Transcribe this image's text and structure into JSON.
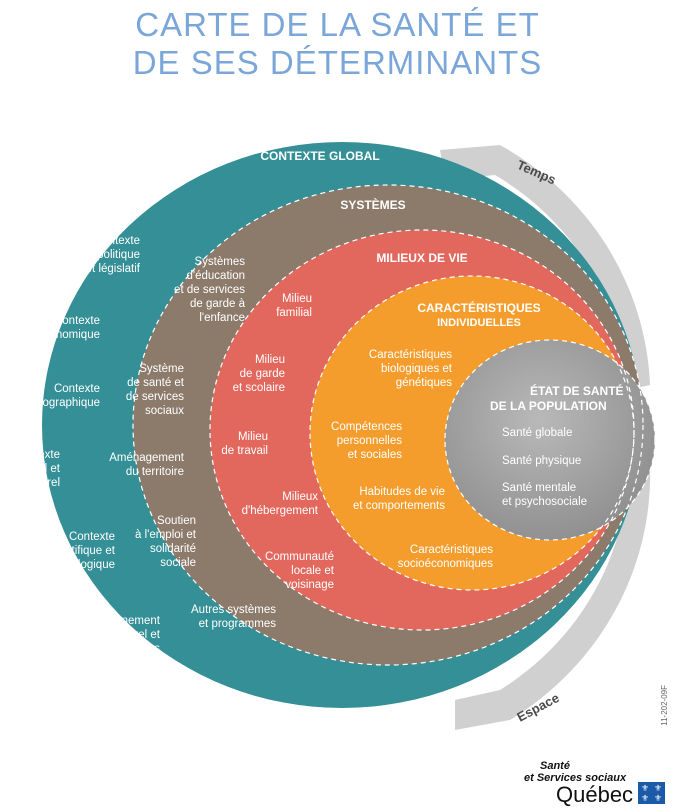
{
  "title_line1": "CARTE DE LA SANTÉ ET",
  "title_line2": "DE SES DÉTERMINANTS",
  "rings": {
    "contexte_global": "CONTEXTE GLOBAL",
    "systemes": "SYSTÈMES",
    "milieux": "MILIEUX DE VIE",
    "caract_l1": "CARACTÉRISTIQUES",
    "caract_l2": "INDIVIDUELLES",
    "etat_l1": "ÉTAT DE SANTÉ",
    "etat_l2": "DE LA POPULATION"
  },
  "arrows": {
    "temps": "Temps",
    "espace": "Espace"
  },
  "contexte_items": [
    [
      "Contexte",
      "politique",
      "et législatif"
    ],
    [
      "Contexte",
      "économique"
    ],
    [
      "Contexte",
      "démographique"
    ],
    [
      "Contexte",
      "social et",
      "culturel"
    ],
    [
      "Contexte",
      "scientifique et",
      "technologique"
    ],
    [
      "Environnement",
      "naturel et",
      "écosystèmes"
    ]
  ],
  "systemes_items": [
    [
      "Systèmes",
      "d'éducation",
      "et de services",
      "de garde à",
      "l'enfance"
    ],
    [
      "Système",
      "de santé et",
      "de services",
      "sociaux"
    ],
    [
      "Aménagement",
      "du territoire"
    ],
    [
      "Soutien",
      "à l'emploi et",
      "solidarité",
      "sociale"
    ],
    [
      "Autres systèmes",
      "et programmes"
    ]
  ],
  "milieux_items": [
    [
      "Milieu",
      "familial"
    ],
    [
      "Milieu",
      "de garde",
      "et scolaire"
    ],
    [
      "Milieu",
      "de travail"
    ],
    [
      "Milieux",
      "d'hébergement"
    ],
    [
      "Communauté",
      "locale et",
      "voisinage"
    ]
  ],
  "caract_items": [
    [
      "Caractéristiques",
      "biologiques et",
      "génétiques"
    ],
    [
      "Compétences",
      "personnelles",
      "et sociales"
    ],
    [
      "Habitudes de vie",
      "et comportements"
    ],
    [
      "Caractéristiques",
      "socioéconomiques"
    ]
  ],
  "etat_items": [
    [
      "Santé globale"
    ],
    [
      "Santé physique"
    ],
    [
      "Santé mentale",
      "et psychosociale"
    ]
  ],
  "doc_code": "11-202-09F",
  "logo": {
    "line1": "Santé",
    "line2": "et Services sociaux",
    "line3": "Québec"
  },
  "colors": {
    "teal": "#348f96",
    "brown": "#8c7b6b",
    "red": "#e2675c",
    "orange": "#f49d2c",
    "gray": "#9a9a9a",
    "arrow": "#cfcfcf",
    "title": "#7aa6d8"
  }
}
